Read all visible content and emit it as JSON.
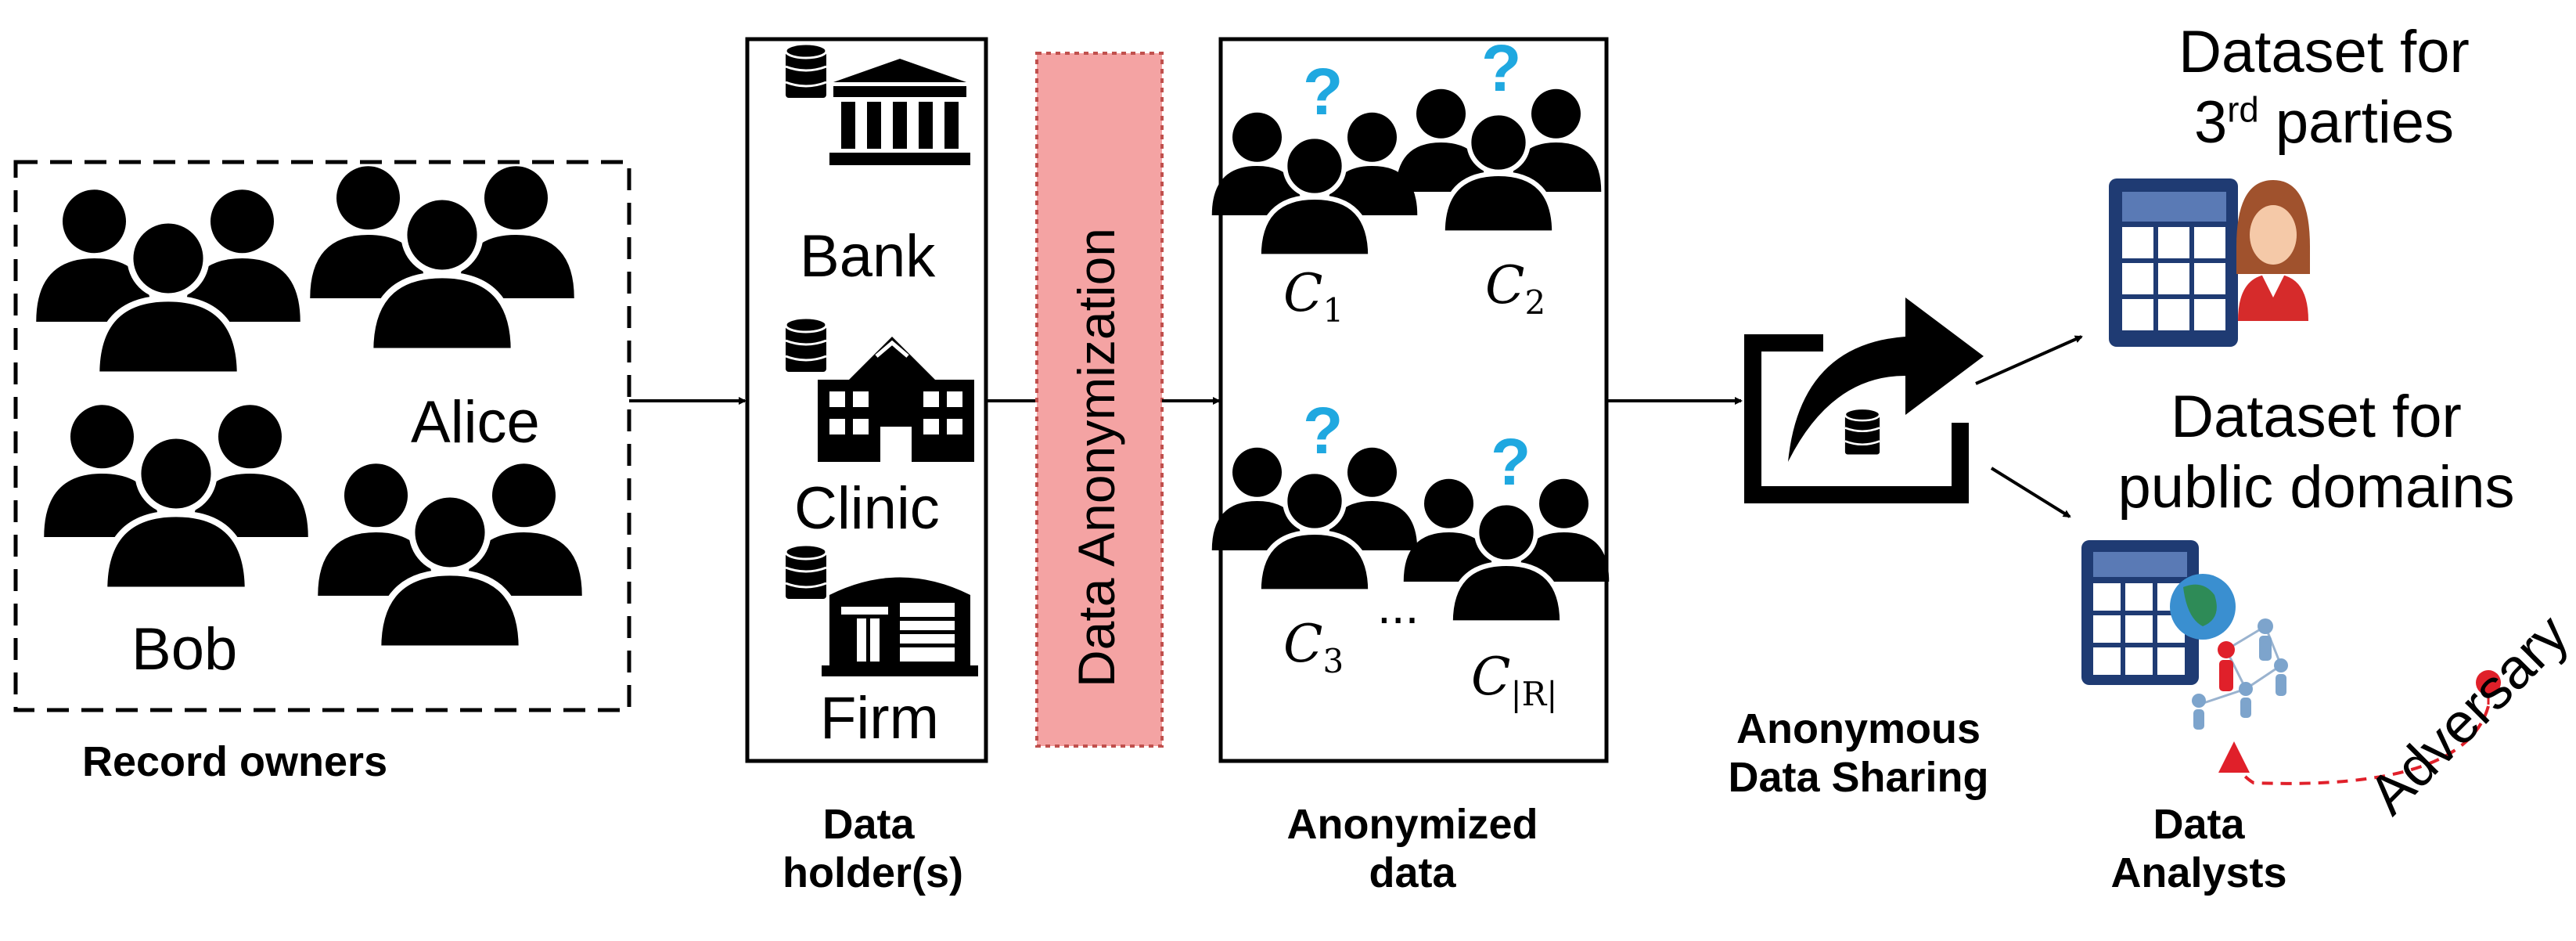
{
  "record_owners": {
    "caption": "Record owners",
    "names": {
      "bob": "Bob",
      "alice": "Alice"
    }
  },
  "data_holders": {
    "caption_line1": "Data",
    "caption_line2": "holder(s)",
    "items": [
      "Bank",
      "Clinic",
      "Firm"
    ]
  },
  "anonymization": {
    "label": "Data Anonymization",
    "fill": "#f4a3a3",
    "border": "#c0504d"
  },
  "anonymized": {
    "caption_line1": "Anonymized",
    "caption_line2": "data",
    "clusters": [
      {
        "letter": "C",
        "sub": "1"
      },
      {
        "letter": "C",
        "sub": "2"
      },
      {
        "letter": "C",
        "sub": "3"
      },
      {
        "letter": "C",
        "sub": "|R|"
      }
    ],
    "question_mark": "?",
    "ellipsis": "..."
  },
  "sharing": {
    "caption_line1": "Anonymous",
    "caption_line2": "Data Sharing"
  },
  "third_parties": {
    "line1": "Dataset for",
    "line2_pre": "3",
    "line2_sup": "rd",
    "line2_post": " parties"
  },
  "public": {
    "line1": "Dataset for",
    "line2": "public domains"
  },
  "analysts": {
    "caption_line1": "Data",
    "caption_line2": "Analysts"
  },
  "adversary": {
    "label": "Adversary",
    "color": "#e0202a"
  },
  "colors": {
    "question": "#1fa8e0",
    "table_blue": "#1f3b73",
    "globe": "#2e8b57"
  }
}
